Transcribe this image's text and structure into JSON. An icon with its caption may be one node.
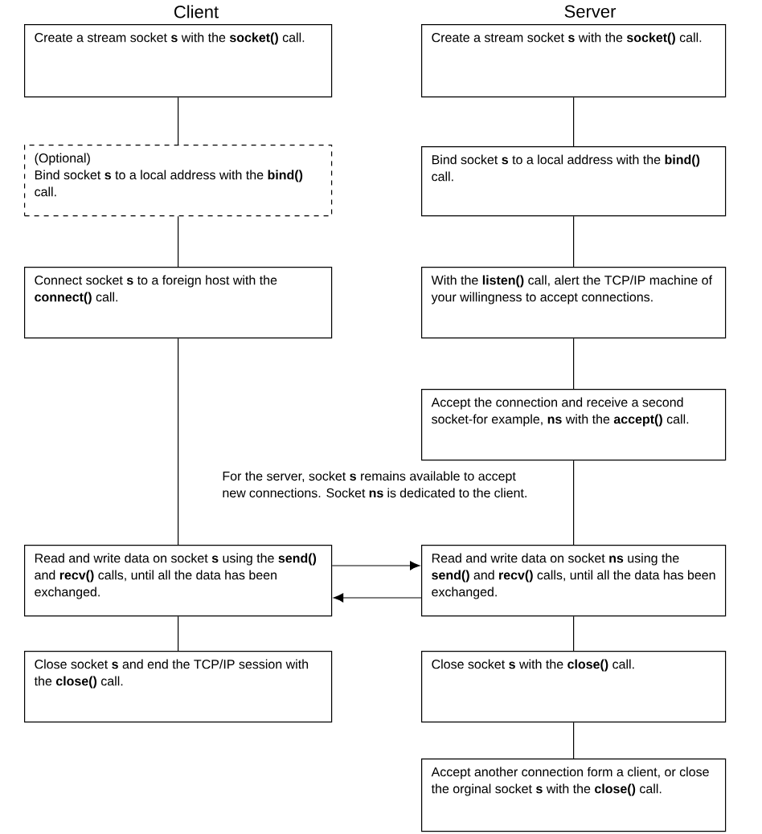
{
  "diagram": {
    "nodes": [
      {
        "text": [
          "Create a stream socket **s** with the **socket()** call."
        ]
      },
      {
        "text": [
          "(Optional)",
          "Bind socket **s** to a local address with the **bind()** call."
        ]
      },
      {
        "text": [
          "Connect socket **s** to a foreign host with the **connect()** call."
        ]
      },
      {
        "text": [
          "Read and write data on socket **s** using the **send()** and **recv()** calls, until all the data has been exchanged."
        ]
      },
      {
        "text": [
          "Close socket **s** and end the TCP/IP session with the **close()** call."
        ]
      },
      {
        "text": [
          "Create a stream socket **s** with the **socket()** call."
        ]
      },
      {
        "text": [
          "Bind socket **s** to a local address with the **bind()** call."
        ]
      },
      {
        "text": [
          "With the **listen()** call, alert the TCP/IP machine of your willingness to accept connections."
        ]
      },
      {
        "text": [
          "Accept the connection and receive a second socket-for example, **ns** with the **accept()** call."
        ]
      },
      {
        "text": [
          "Read and write data on socket **ns** using the **send()** and **recv()** calls, until all the data has been exchanged."
        ]
      },
      {
        "text": [
          "Close socket **s** with the **close()** call."
        ]
      },
      {
        "text": [
          "Accept another connection form a client, or close the orginal socket **s** with the **close()** call."
        ]
      }
    ],
    "edges": [
      {
        "from": 0,
        "to": 1,
        "arrow": "none"
      },
      {
        "from": 1,
        "to": 2,
        "arrow": "none"
      },
      {
        "from": 2,
        "to": 3,
        "arrow": "none"
      },
      {
        "from": 3,
        "to": 4,
        "arrow": "none"
      },
      {
        "from": 5,
        "to": 6,
        "arrow": "none"
      },
      {
        "from": 6,
        "to": 7,
        "arrow": "none"
      },
      {
        "from": 7,
        "to": 8,
        "arrow": "none"
      },
      {
        "from": 8,
        "to": 9,
        "arrow": "none"
      },
      {
        "from": 9,
        "to": 10,
        "arrow": "none"
      },
      {
        "from": 10,
        "to": 11,
        "arrow": "none"
      },
      {
        "from": 3,
        "to": 9,
        "arrow": "to"
      },
      {
        "from": 9,
        "to": 3,
        "arrow": "to"
      }
    ],
    "labels": [
      "Client",
      "Server",
      "For the server, socket **s** remains available to accept new connections. Socket **ns** is dedicated to the client."
    ]
  }
}
